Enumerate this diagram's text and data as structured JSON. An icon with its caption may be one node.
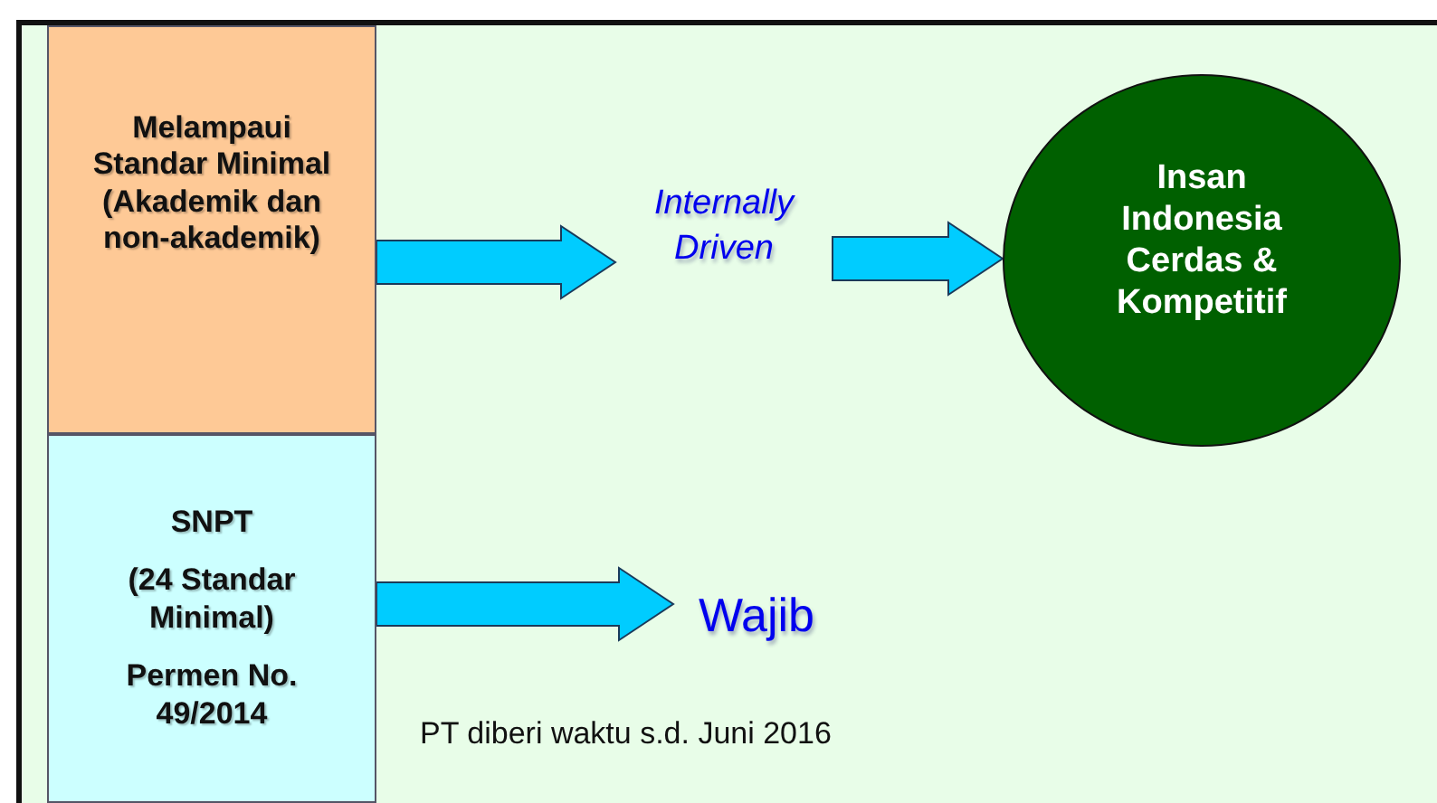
{
  "diagram": {
    "nodes": [
      {
        "text": [
          "Melampaui Standar Minimal (Akademik dan non-akademik)"
        ]
      },
      {
        "text": [
          "SNPT",
          "(24 Standar Minimal)",
          "Permen No. 49/2014"
        ]
      },
      {
        "text": [
          "Internally Driven"
        ]
      },
      {
        "text": [
          "Insan Indonesia Cerdas & Kompetitif"
        ]
      },
      {
        "text": [
          "Wajib"
        ]
      }
    ],
    "edges": [
      {
        "from": 0,
        "to": 2,
        "arrow": "to"
      },
      {
        "from": 2,
        "to": 3,
        "arrow": "to"
      },
      {
        "from": 1,
        "to": 4,
        "arrow": "to"
      }
    ],
    "labels": [
      "PT diberi waktu s.d. Juni 2016"
    ]
  }
}
